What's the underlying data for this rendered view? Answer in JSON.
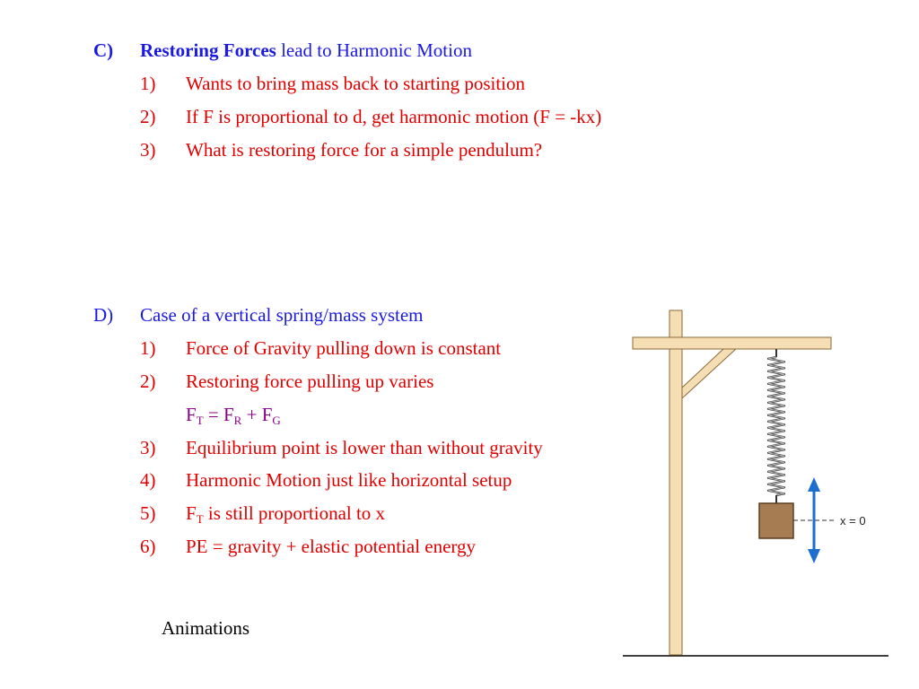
{
  "section_c": {
    "marker": "C)",
    "heading_bold": "Restoring Forces",
    "heading_rest": " lead to Harmonic Motion",
    "items": [
      {
        "num": "1)",
        "text": "Wants to bring mass back to starting position"
      },
      {
        "num": "2)",
        "text": "If F is proportional to d, get harmonic motion (F = -kx)"
      },
      {
        "num": "3)",
        "text": "What is restoring force for a simple pendulum?"
      }
    ]
  },
  "section_d": {
    "marker": "D)",
    "heading": "Case of a vertical spring/mass system",
    "items": [
      {
        "num": "1)",
        "text": "Force of Gravity pulling down is constant"
      },
      {
        "num": "2)",
        "text": "Restoring force pulling up varies"
      },
      {
        "num": "3)",
        "text": "Equilibrium point is lower than without gravity"
      },
      {
        "num": "4)",
        "text": "Harmonic Motion just like horizontal setup"
      },
      {
        "num": "5)",
        "text_prefix": "F",
        "text_sub": "T",
        "text": " is still proportional to x"
      },
      {
        "num": "6)",
        "text": "PE = gravity + elastic potential energy"
      }
    ],
    "equation": {
      "ft": "F",
      "ft_sub": "T",
      "eq": " = ",
      "fr": "F",
      "fr_sub": "R",
      "plus": " + ",
      "fg": "F",
      "fg_sub": "G"
    }
  },
  "footer": {
    "animations": "Animations"
  },
  "figure": {
    "label": "x = 0"
  },
  "colors": {
    "blue": "#1a1ae0",
    "red": "#e00000",
    "purple": "#8a008a",
    "wood": "#f5deb3",
    "block": "#a67c52",
    "arrow": "#1a6fd0"
  }
}
